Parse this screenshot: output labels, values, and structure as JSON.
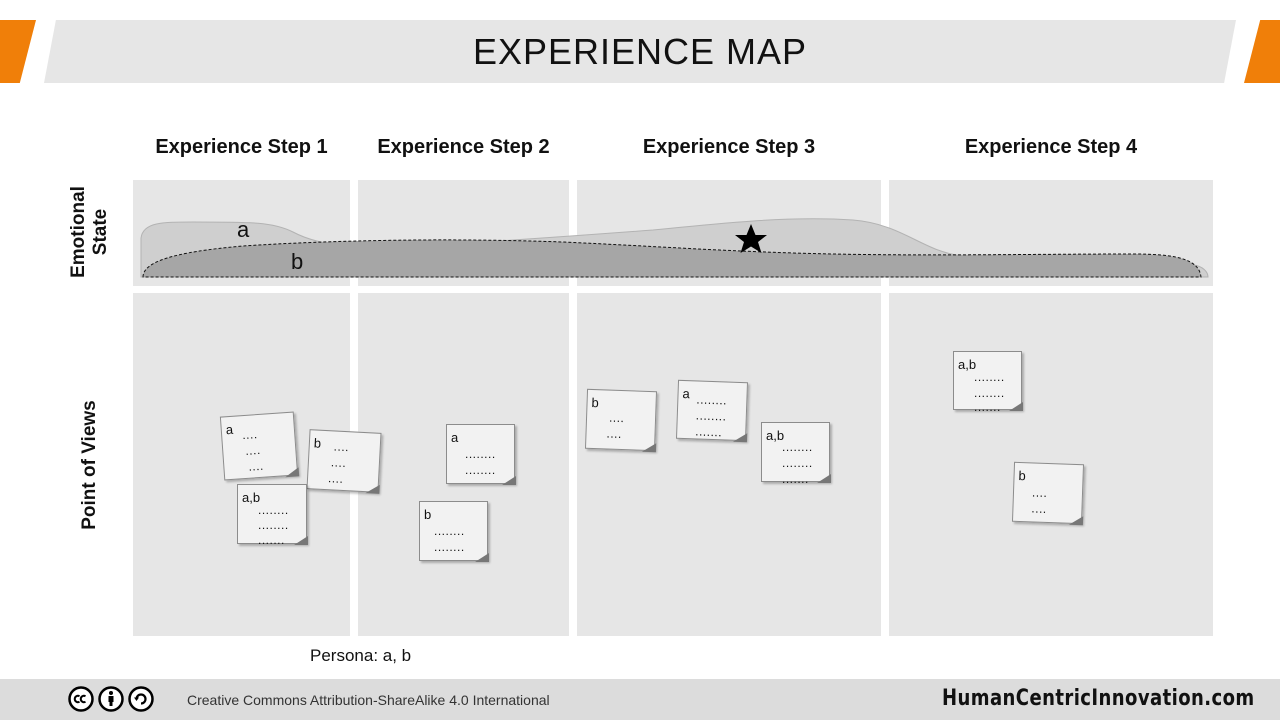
{
  "header": {
    "title": "EXPERIENCE MAP"
  },
  "steps": [
    {
      "label": "Experience Step 1"
    },
    {
      "label": "Experience Step 2"
    },
    {
      "label": "Experience Step 3"
    },
    {
      "label": "Experience Step 4"
    }
  ],
  "rows": {
    "emotional_state": "Emotional State",
    "emotional_state_line1": "Emotional",
    "emotional_state_line2": "State",
    "point_of_views": "Point of Views"
  },
  "emotion_curves": {
    "curve_a_label": "a",
    "curve_b_label": "b"
  },
  "notes": [
    {
      "persona": "a",
      "lines": [
        "....",
        "....",
        "...."
      ]
    },
    {
      "persona": "b",
      "lines": [
        "....",
        "....",
        "...."
      ]
    },
    {
      "persona": "a,b",
      "lines": [
        "........",
        "........",
        "......."
      ]
    },
    {
      "persona": "a",
      "lines": [
        "........",
        "........"
      ]
    },
    {
      "persona": "b",
      "lines": [
        "........",
        "........"
      ]
    },
    {
      "persona": "b",
      "lines": [
        "....",
        "...."
      ]
    },
    {
      "persona": "a",
      "lines": [
        "........",
        "........",
        "......."
      ]
    },
    {
      "persona": "a,b",
      "lines": [
        "........",
        "........",
        "......."
      ]
    },
    {
      "persona": "a,b",
      "lines": [
        "........",
        "........",
        "......."
      ]
    },
    {
      "persona": "b",
      "lines": [
        "....",
        "...."
      ]
    }
  ],
  "persona_caption": "Persona: a, b",
  "footer": {
    "license": "Creative Commons Attribution-ShareAlike 4.0 International",
    "brand": "HumanCentricInnovation.com"
  },
  "colors": {
    "accent": "#f07f09",
    "panel": "#e6e6e6",
    "footer": "#dcdcdc"
  }
}
